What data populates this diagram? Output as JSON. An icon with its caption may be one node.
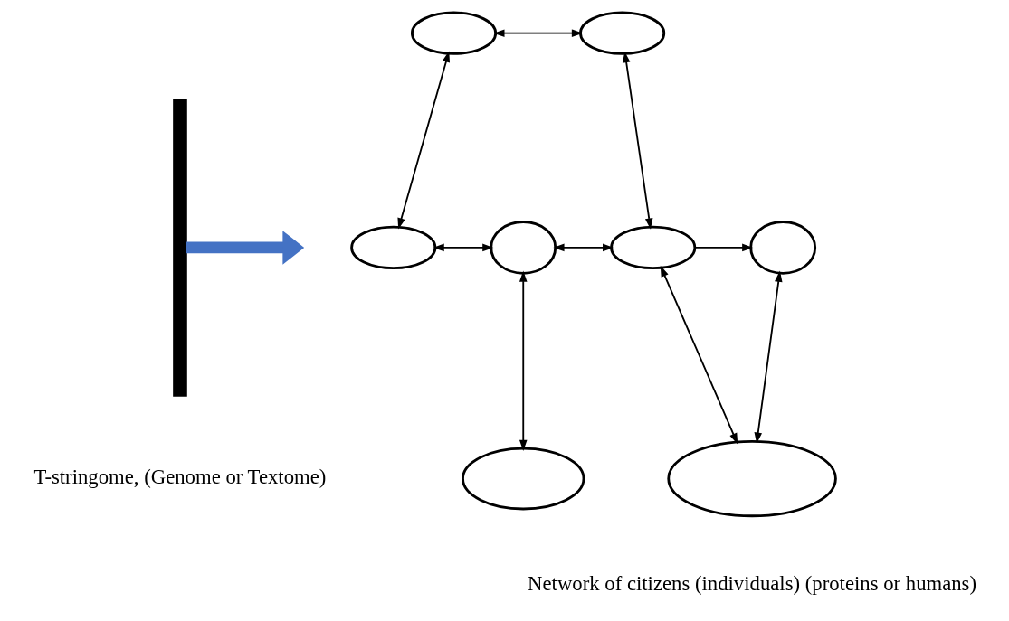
{
  "diagram": {
    "nodes": [
      {
        "text": [],
        "shape": "bar",
        "beside": [
          "T-stringome, (Genome or Textome)"
        ]
      },
      {
        "text": [],
        "shape": "ellipse"
      },
      {
        "text": [],
        "shape": "ellipse"
      },
      {
        "text": [],
        "shape": "circle"
      },
      {
        "text": [],
        "shape": "circle"
      },
      {
        "text": [],
        "shape": "ellipse"
      },
      {
        "text": [],
        "shape": "ellipse"
      },
      {
        "text": [],
        "shape": "ellipse"
      },
      {
        "text": [],
        "shape": "ellipse"
      }
    ],
    "edges": [
      {
        "from": 0,
        "to": null,
        "arrow": "to",
        "style": "thick",
        "color": "#4472c4"
      },
      {
        "from": 1,
        "to": 2,
        "arrow": "both"
      },
      {
        "from": 1,
        "to": 5,
        "arrow": "both"
      },
      {
        "from": 2,
        "to": 6,
        "arrow": "both"
      },
      {
        "from": 5,
        "to": 3,
        "arrow": "both"
      },
      {
        "from": 3,
        "to": 6,
        "arrow": "both"
      },
      {
        "from": 6,
        "to": 4,
        "arrow": "to"
      },
      {
        "from": 3,
        "to": 7,
        "arrow": "both"
      },
      {
        "from": 6,
        "to": 8,
        "arrow": "both"
      },
      {
        "from": 4,
        "to": 8,
        "arrow": "both"
      }
    ],
    "labels": [
      "Network of citizens (individuals) (proteins or humans)"
    ]
  }
}
